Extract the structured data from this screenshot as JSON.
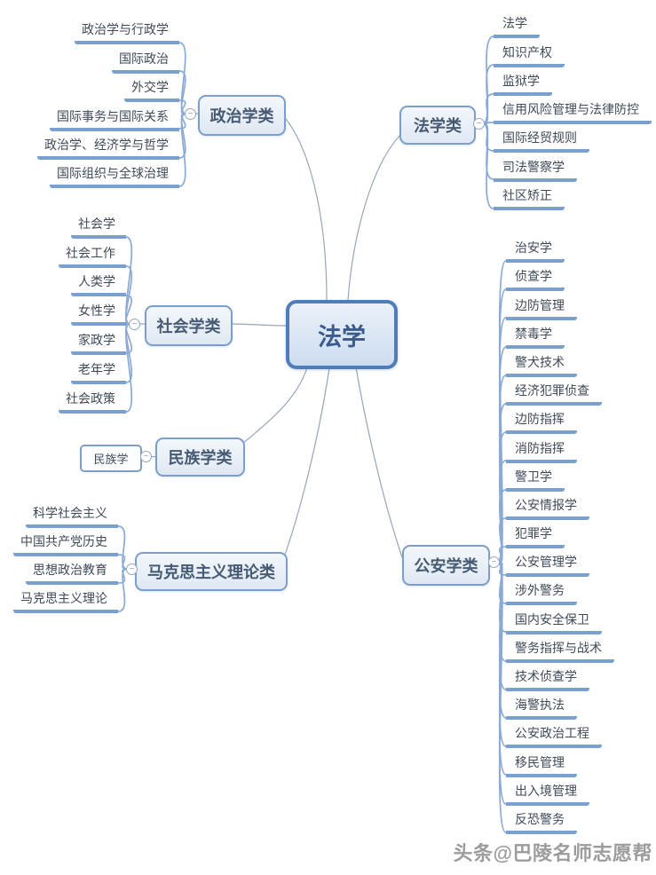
{
  "watermark": {
    "text": "头条@巴陵名师志愿帮"
  },
  "mindmap": {
    "root": {
      "label": "法学"
    },
    "toggle_glyph": "−",
    "colors": {
      "branch": "#7aa0cf",
      "bracket": "#8aaad5",
      "link": "#97a5b8",
      "nodeBorder": "#7b9ecb",
      "nodeText": "#475a73",
      "rootBorder": "#4f7cba",
      "rootText": "#3b5b8f",
      "childText": "#3f4a59"
    },
    "branches": [
      {
        "id": "politics",
        "label": "政治学类",
        "children": [
          "政治学与行政学",
          "国际政治",
          "外交学",
          "国际事务与国际关系",
          "政治学、经济学与哲学",
          "国际组织与全球治理"
        ]
      },
      {
        "id": "law",
        "label": "法学类",
        "children": [
          "法学",
          "知识产权",
          "监狱学",
          "信用风险管理与法律防控",
          "国际经贸规则",
          "司法警察学",
          "社区矫正"
        ]
      },
      {
        "id": "sociology",
        "label": "社会学类",
        "children": [
          "社会学",
          "社会工作",
          "人类学",
          "女性学",
          "家政学",
          "老年学",
          "社会政策"
        ]
      },
      {
        "id": "ethnology",
        "label": "民族学类",
        "children": [
          "民族学"
        ]
      },
      {
        "id": "marxism",
        "label": "马克思主义理论类",
        "children": [
          "科学社会主义",
          "中国共产党历史",
          "思想政治教育",
          "马克思主义理论"
        ]
      },
      {
        "id": "public-security",
        "label": "公安学类",
        "children": [
          "治安学",
          "侦查学",
          "边防管理",
          "禁毒学",
          "警犬技术",
          "经济犯罪侦查",
          "边防指挥",
          "消防指挥",
          "警卫学",
          "公安情报学",
          "犯罪学",
          "公安管理学",
          "涉外警务",
          "国内安全保卫",
          "警务指挥与战术",
          "技术侦查学",
          "海警执法",
          "公安政治工程",
          "移民管理",
          "出入境管理",
          "反恐警务"
        ]
      }
    ]
  }
}
